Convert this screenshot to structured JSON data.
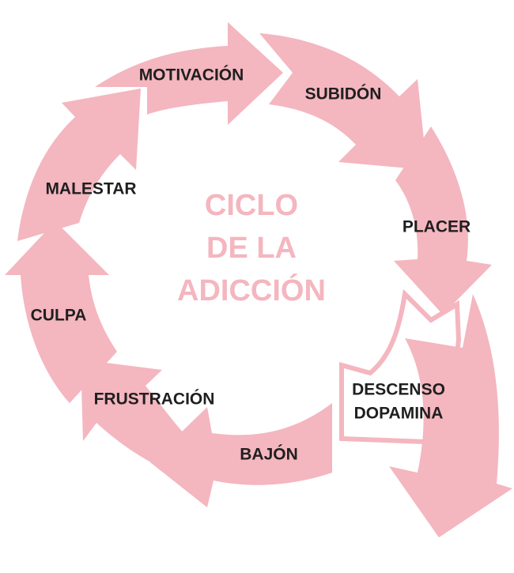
{
  "title": {
    "line1": "CICLO",
    "line2": "DE LA",
    "line3": "ADICCIÓN"
  },
  "steps": [
    {
      "id": "motivacion",
      "lines": [
        "MOTIVACIÓN"
      ]
    },
    {
      "id": "subidon",
      "lines": [
        "SUBIDÓN"
      ]
    },
    {
      "id": "placer",
      "lines": [
        "PLACER"
      ]
    },
    {
      "id": "descenso-dopamina",
      "lines": [
        "DESCENSO",
        "DOPAMINA"
      ]
    },
    {
      "id": "bajon",
      "lines": [
        "BAJÓN"
      ]
    },
    {
      "id": "frustracion",
      "lines": [
        "FRUSTRACIÓN"
      ]
    },
    {
      "id": "culpa",
      "lines": [
        "CULPA"
      ]
    },
    {
      "id": "malestar",
      "lines": [
        "MALESTAR"
      ]
    }
  ],
  "colors": {
    "arrow": "#f4b6bf",
    "label": "#1f1f1f",
    "title": "#f4b6bf"
  }
}
